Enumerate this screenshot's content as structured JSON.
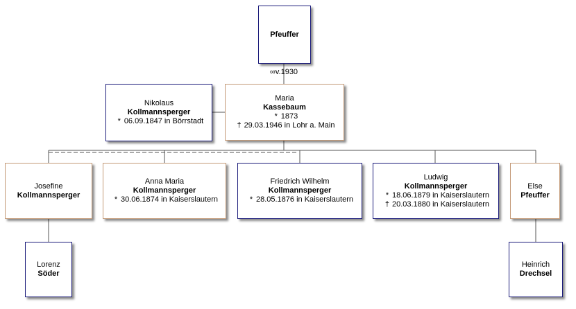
{
  "colors": {
    "male_border": "#1b1b7a",
    "female_border": "#c49a78",
    "line": "#555555"
  },
  "marriage": {
    "symbol": "∞",
    "label": "v.1930"
  },
  "people": {
    "pfeuffer": {
      "first": "",
      "last": "Pfeuffer",
      "events": []
    },
    "nikolaus": {
      "first": "Nikolaus",
      "last": "Kollmannsperger",
      "events": [
        {
          "sym": "*",
          "text": "06.09.1847 in Börrstadt"
        }
      ]
    },
    "maria": {
      "first": "Maria",
      "last": "Kassebaum",
      "events": [
        {
          "sym": "*",
          "text": "1873"
        },
        {
          "sym": "†",
          "text": "29.03.1946 in Lohr a. Main"
        }
      ]
    },
    "josefine": {
      "first": "Josefine",
      "last": "Kollmannsperger",
      "events": []
    },
    "anna": {
      "first": "Anna Maria",
      "last": "Kollmannsperger",
      "events": [
        {
          "sym": "*",
          "text": "30.06.1874 in Kaiserslautern"
        }
      ]
    },
    "friedrich": {
      "first": "Friedrich Wilhelm",
      "last": "Kollmannsperger",
      "events": [
        {
          "sym": "*",
          "text": "28.05.1876 in Kaiserslautern"
        }
      ]
    },
    "ludwig": {
      "first": "Ludwig",
      "last": "Kollmannsperger",
      "events": [
        {
          "sym": "*",
          "text": "18.06.1879 in Kaiserslautern"
        },
        {
          "sym": "†",
          "text": "20.03.1880 in Kaiserslautern"
        }
      ]
    },
    "else": {
      "first": "Else",
      "last": "Pfeuffer",
      "events": []
    },
    "lorenz": {
      "first": "Lorenz",
      "last": "Söder",
      "events": []
    },
    "heinrich": {
      "first": "Heinrich",
      "last": "Drechsel",
      "events": []
    }
  }
}
